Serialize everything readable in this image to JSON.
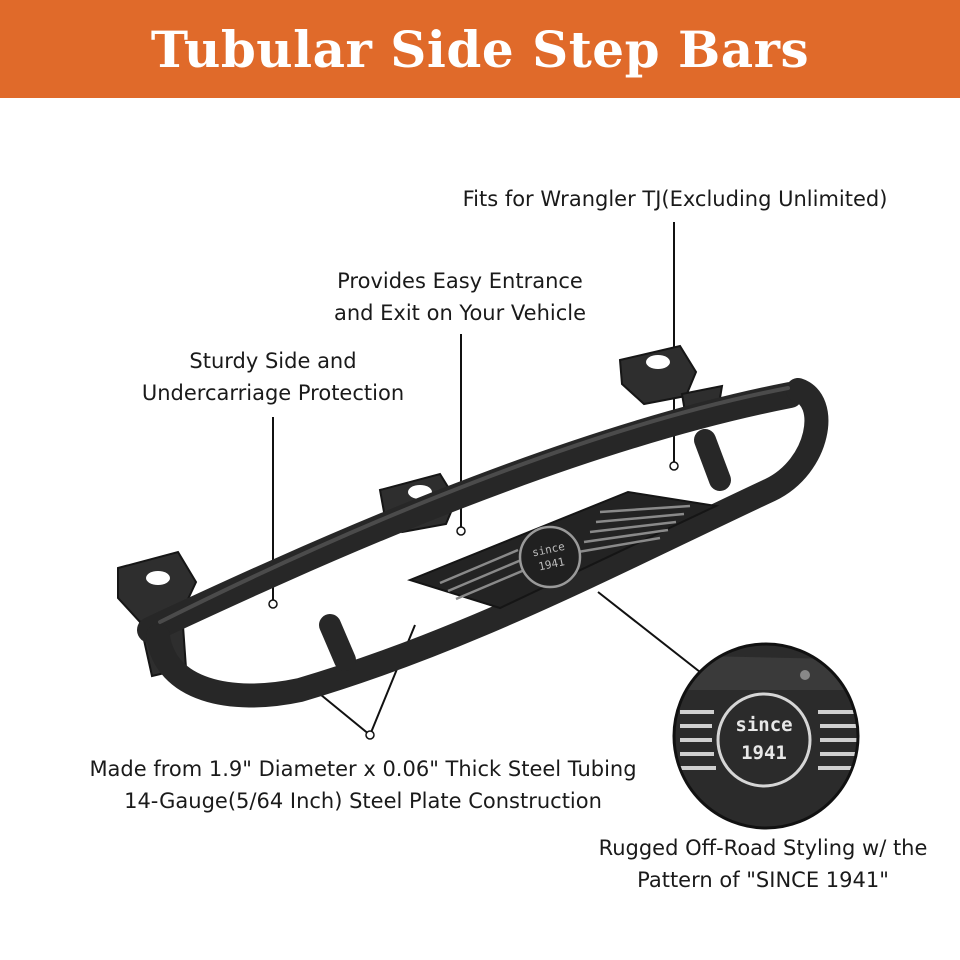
{
  "header": {
    "title": "Tubular Side Step Bars"
  },
  "callouts": {
    "fits": {
      "line1": "Fits for Wrangler TJ(Excluding Unlimited)"
    },
    "entrance": {
      "line1": "Provides Easy Entrance",
      "line2": "and Exit on Your Vehicle"
    },
    "protection": {
      "line1": "Sturdy Side and",
      "line2": "Undercarriage Protection"
    },
    "material": {
      "line1": "Made from 1.9\" Diameter x 0.06\" Thick Steel Tubing",
      "line2": "14-Gauge(5/64 Inch) Steel Plate Construction"
    },
    "styling": {
      "line1": "Rugged Off-Road Styling w/ the",
      "line2": "Pattern of \"SINCE 1941\""
    }
  },
  "badge": {
    "line1": "since",
    "line2": "1941"
  },
  "colors": {
    "banner": "#e06a2a",
    "steel": "#2a2a2a",
    "highlight": "#4a4a4a"
  }
}
